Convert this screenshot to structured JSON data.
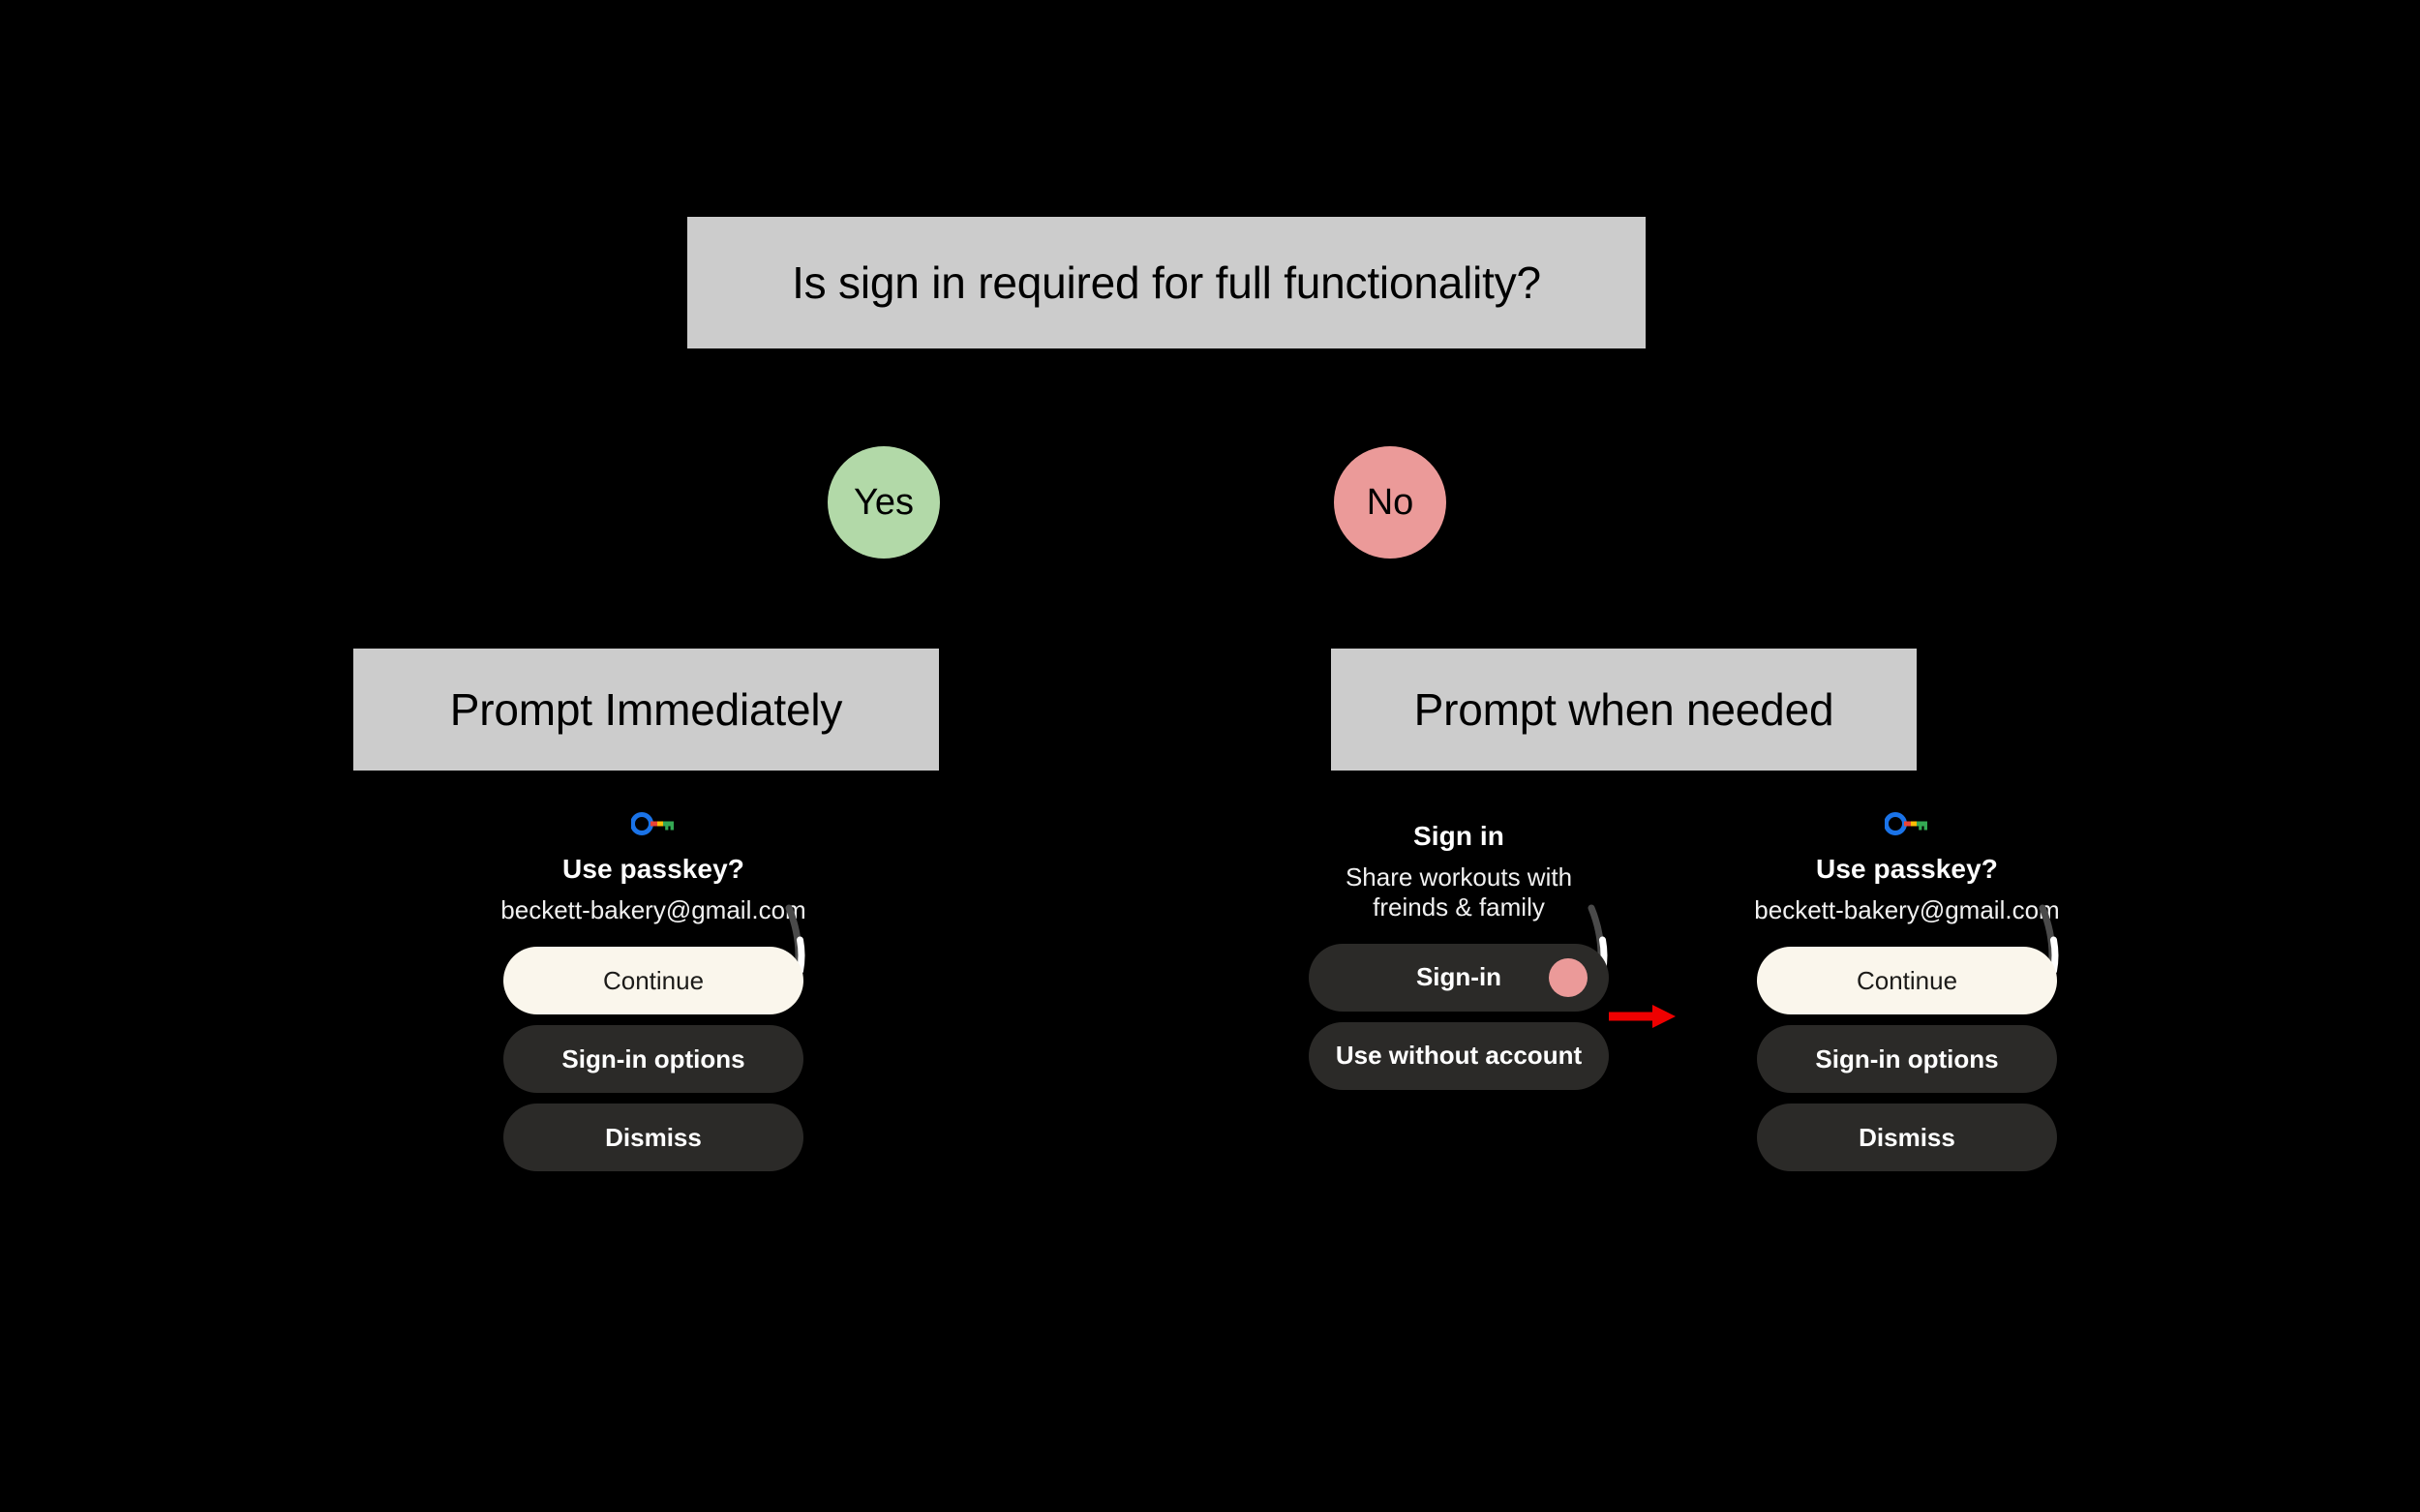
{
  "diagram": {
    "title": "Is sign in required for full functionality?",
    "background_color": "#000000",
    "box_fill": "#cccccc",
    "branches": [
      {
        "label": "Yes",
        "color": "#b2d9a8",
        "outcome": "Prompt Immediately"
      },
      {
        "label": "No",
        "color": "#eb9a99",
        "outcome": "Prompt when needed"
      }
    ],
    "outcome_left": "Prompt Immediately",
    "outcome_right": "Prompt when needed"
  },
  "cards": {
    "left_passkey": {
      "icon": "google-passkey-icon",
      "title": "Use passkey?",
      "subtitle": "beckett-bakery@gmail.com",
      "buttons": [
        {
          "label": "Continue",
          "style": "light"
        },
        {
          "label": "Sign-in options",
          "style": "dark"
        },
        {
          "label": "Dismiss",
          "style": "dark"
        }
      ]
    },
    "mid_signin": {
      "title": "Sign in",
      "subtitle": "Share workouts with freinds & family",
      "buttons": [
        {
          "label": "Sign-in",
          "style": "dark",
          "marker": "#eb9a99"
        },
        {
          "label": "Use without account",
          "style": "dark"
        }
      ]
    },
    "right_passkey": {
      "icon": "google-passkey-icon",
      "title": "Use passkey?",
      "subtitle": "beckett-bakery@gmail.com",
      "buttons": [
        {
          "label": "Continue",
          "style": "light"
        },
        {
          "label": "Sign-in options",
          "style": "dark"
        },
        {
          "label": "Dismiss",
          "style": "dark"
        }
      ]
    }
  },
  "annotation": {
    "arrow_color": "#ee0000",
    "points_to": "Continue"
  },
  "colors": {
    "card_bg": "#000000",
    "pill_dark": "#2b2a28",
    "pill_light": "#faf6ec",
    "text_primary": "#ffffff",
    "accent_pink": "#eb9a99",
    "accent_green": "#b2d9a8"
  }
}
